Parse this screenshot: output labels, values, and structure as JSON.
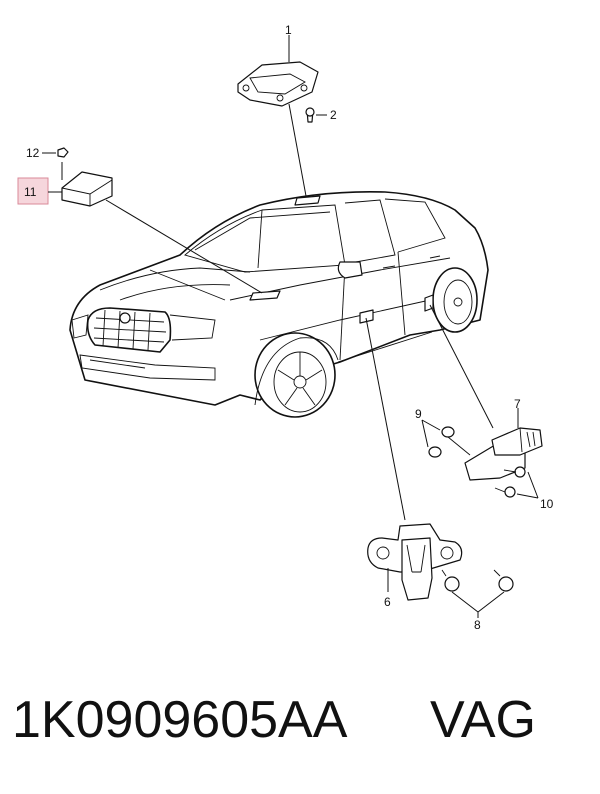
{
  "callouts": {
    "c1": "1",
    "c2": "2",
    "c6": "6",
    "c7": "7",
    "c8": "8",
    "c9": "9",
    "c10": "10",
    "c11": "11",
    "c12": "12"
  },
  "highlight_color": "#f6d6dc",
  "footer": {
    "part_number": "1K0909605AA",
    "brand": "VAG"
  }
}
